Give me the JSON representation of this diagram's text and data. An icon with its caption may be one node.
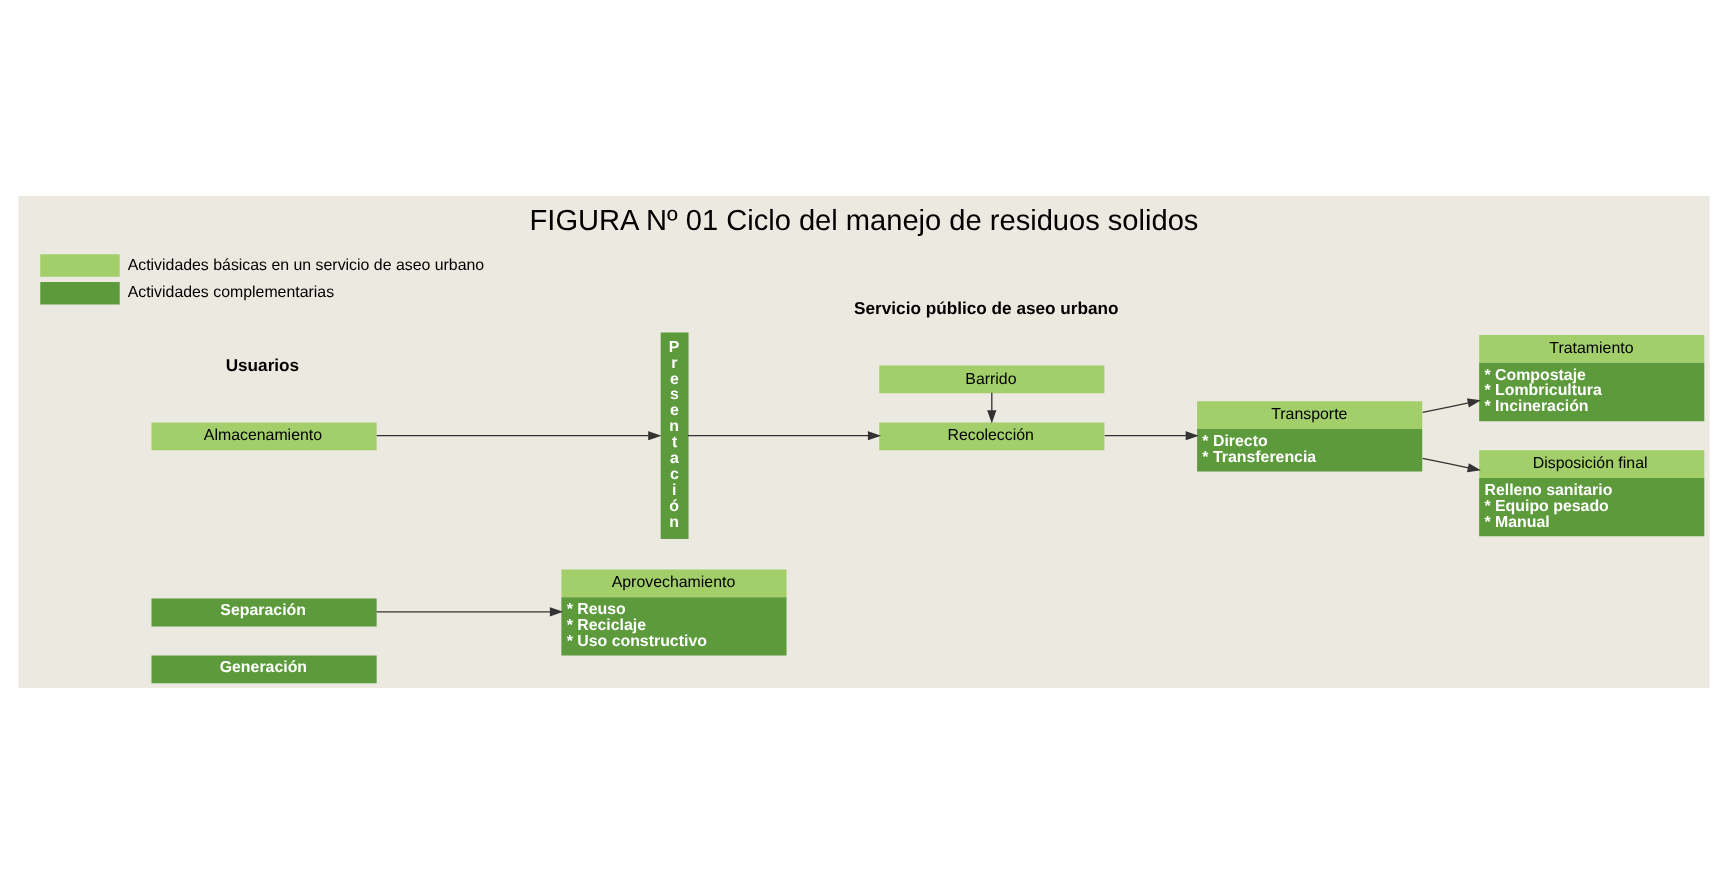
{
  "diagram": {
    "title": "FIGURA Nº 01 Ciclo del manejo de residuos solidos",
    "nodes": [
      {
        "text": [
          "Generación"
        ]
      },
      {
        "text": [
          "Separación"
        ]
      },
      {
        "text": [
          "Almacenamiento"
        ]
      },
      {
        "text": [
          "Presentación"
        ]
      },
      {
        "text": [
          "Recolección"
        ]
      },
      {
        "text": [
          "Transporte",
          "* Directo",
          "* Transferencia"
        ]
      },
      {
        "text": [
          "Aprovechamiento",
          "* Reuso",
          "* Reciclaje",
          "* Uso constructivo"
        ]
      },
      {
        "text": [
          "Tratamiento",
          "* Compostaje",
          "* Lombricultura",
          "* Incineración"
        ]
      },
      {
        "text": [
          "Disposición final",
          "Relleno sanitario",
          "* Equipo pesado",
          "* Manual"
        ]
      },
      {
        "text": [
          "Barrido"
        ]
      }
    ],
    "edges": [
      {
        "from": 1,
        "to": 6,
        "arrow": "to"
      },
      {
        "from": 2,
        "to": 3,
        "arrow": "to"
      },
      {
        "from": 3,
        "to": 4,
        "arrow": "to"
      },
      {
        "from": 4,
        "to": 5,
        "arrow": "to"
      },
      {
        "from": 5,
        "to": 7,
        "arrow": "to"
      },
      {
        "from": 5,
        "to": 8,
        "arrow": "to"
      },
      {
        "from": 9,
        "to": 4,
        "arrow": "to"
      }
    ],
    "labels": [
      "Usuarios",
      "Servicio público de aseo urbano"
    ],
    "legend": [
      {
        "text": "Actividades básicas en un servicio de aseo urbano",
        "color": "#a3cf6b"
      },
      {
        "text": "Actividades complementarias",
        "color": "#5c9a3c"
      }
    ]
  }
}
